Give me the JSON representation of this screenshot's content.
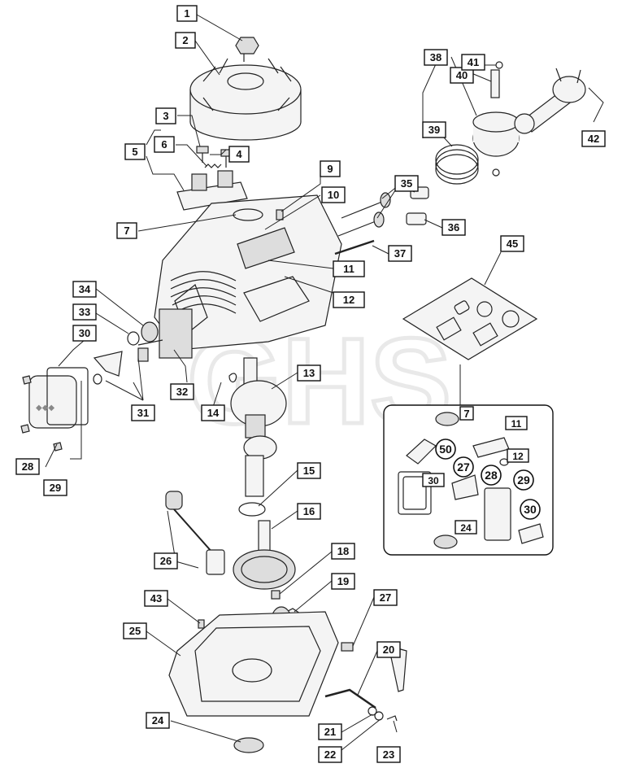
{
  "watermark": "GHS",
  "labels": [
    {
      "id": "l1",
      "text": "1"
    },
    {
      "id": "l2",
      "text": "2"
    },
    {
      "id": "l3",
      "text": "3"
    },
    {
      "id": "l4",
      "text": "4"
    },
    {
      "id": "l5",
      "text": "5"
    },
    {
      "id": "l6",
      "text": "6"
    },
    {
      "id": "l7",
      "text": "7"
    },
    {
      "id": "l9",
      "text": "9"
    },
    {
      "id": "l10",
      "text": "10"
    },
    {
      "id": "l11",
      "text": "11"
    },
    {
      "id": "l12",
      "text": "12"
    },
    {
      "id": "l13",
      "text": "13"
    },
    {
      "id": "l14",
      "text": "14"
    },
    {
      "id": "l15",
      "text": "15"
    },
    {
      "id": "l16",
      "text": "16"
    },
    {
      "id": "l18",
      "text": "18"
    },
    {
      "id": "l19",
      "text": "19"
    },
    {
      "id": "l20",
      "text": "20"
    },
    {
      "id": "l21",
      "text": "21"
    },
    {
      "id": "l22",
      "text": "22"
    },
    {
      "id": "l23",
      "text": "23"
    },
    {
      "id": "l24",
      "text": "24"
    },
    {
      "id": "l25",
      "text": "25"
    },
    {
      "id": "l26",
      "text": "26"
    },
    {
      "id": "l27",
      "text": "27"
    },
    {
      "id": "l28",
      "text": "28"
    },
    {
      "id": "l29",
      "text": "29"
    },
    {
      "id": "l30",
      "text": "30"
    },
    {
      "id": "l31",
      "text": "31"
    },
    {
      "id": "l32",
      "text": "32"
    },
    {
      "id": "l33",
      "text": "33"
    },
    {
      "id": "l34",
      "text": "34"
    },
    {
      "id": "l35",
      "text": "35"
    },
    {
      "id": "l36",
      "text": "36"
    },
    {
      "id": "l37",
      "text": "37"
    },
    {
      "id": "l38",
      "text": "38"
    },
    {
      "id": "l39",
      "text": "39"
    },
    {
      "id": "l40",
      "text": "40"
    },
    {
      "id": "l41",
      "text": "41"
    },
    {
      "id": "l42",
      "text": "42"
    },
    {
      "id": "l43",
      "text": "43"
    },
    {
      "id": "l45",
      "text": "45"
    }
  ],
  "kit": {
    "labels": [
      {
        "id": "k7",
        "text": "7"
      },
      {
        "id": "k11",
        "text": "11"
      },
      {
        "id": "k12",
        "text": "12"
      },
      {
        "id": "k30",
        "text": "30"
      },
      {
        "id": "k24",
        "text": "24"
      }
    ],
    "circled": [
      {
        "id": "c50",
        "text": "50"
      },
      {
        "id": "c27",
        "text": "27"
      },
      {
        "id": "c28",
        "text": "28"
      },
      {
        "id": "c29",
        "text": "29"
      },
      {
        "id": "c30",
        "text": "30"
      }
    ]
  }
}
